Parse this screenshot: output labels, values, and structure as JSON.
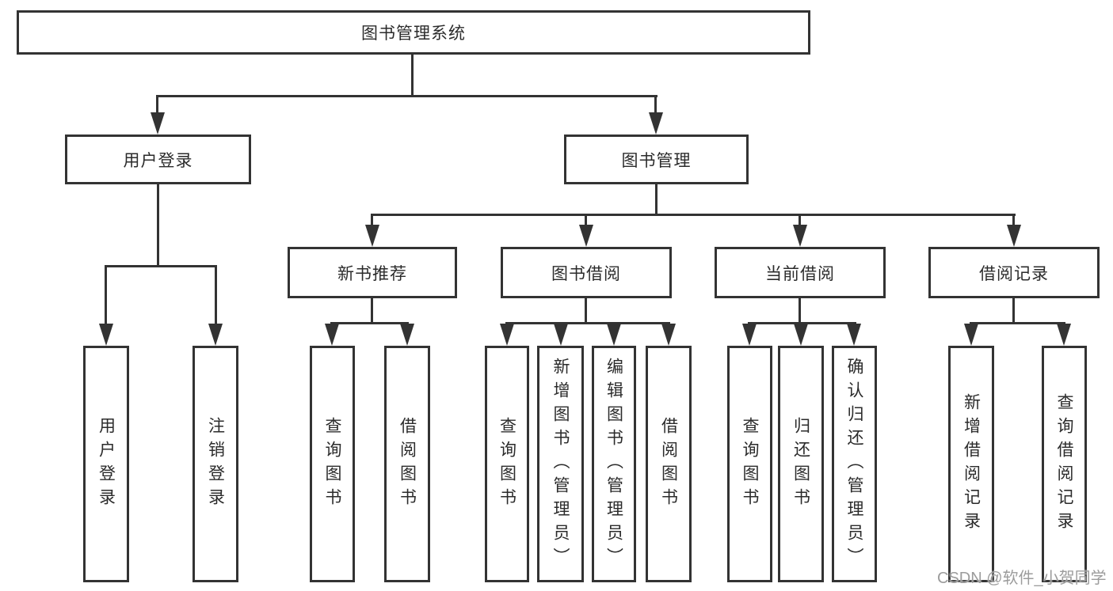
{
  "diagram": {
    "root": "图书管理系统",
    "level2": [
      "用户登录",
      "图书管理"
    ],
    "level3": [
      "新书推荐",
      "图书借阅",
      "当前借阅",
      "借阅记录"
    ],
    "leaves": [
      "用户登录",
      "注销登录",
      "查询图书",
      "借阅图书",
      "查询图书",
      "新增图书（管理员）",
      "编辑图书（管理员）",
      "借阅图书",
      "查询图书",
      "归还图书",
      "确认归还（管理员）",
      "新增借阅记录",
      "查询借阅记录"
    ],
    "watermark": "CSDN @软件_小贺同学",
    "colors": {
      "line": "#333333",
      "text": "#2b2b2b",
      "watermark": "#9c9c9c",
      "background": "#ffffff"
    }
  }
}
